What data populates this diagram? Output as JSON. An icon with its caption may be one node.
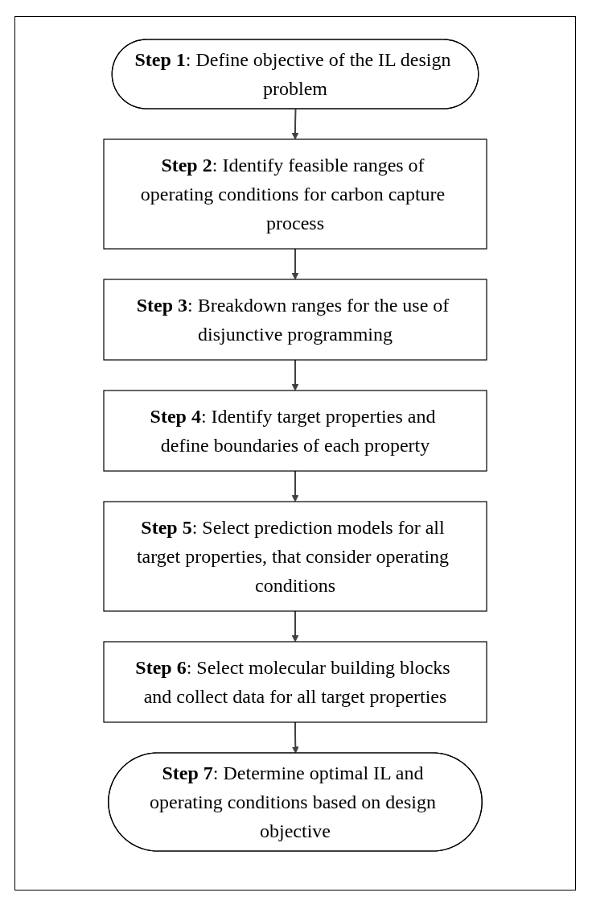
{
  "diagram": {
    "nodes": [
      {
        "text": [
          "**Step 1**: Define objective of the IL design problem"
        ]
      },
      {
        "text": [
          "**Step 2**: Identify feasible ranges of operating conditions for carbon capture process"
        ]
      },
      {
        "text": [
          "**Step 3**: Breakdown ranges for the use of disjunctive programming"
        ]
      },
      {
        "text": [
          "**Step 4**: Identify target properties and define boundaries of each property"
        ]
      },
      {
        "text": [
          "**Step 5**: Select prediction models for all target properties, that consider operating conditions"
        ]
      },
      {
        "text": [
          "**Step 6**: Select molecular building blocks and collect data for all target properties"
        ]
      },
      {
        "text": [
          "**Step 7**: Determine optimal IL and operating conditions based on design objective"
        ]
      }
    ],
    "edges": [
      {
        "from": 0,
        "to": 1,
        "arrow": "to"
      },
      {
        "from": 1,
        "to": 2,
        "arrow": "to"
      },
      {
        "from": 2,
        "to": 3,
        "arrow": "to"
      },
      {
        "from": 3,
        "to": 4,
        "arrow": "to"
      },
      {
        "from": 4,
        "to": 5,
        "arrow": "to"
      },
      {
        "from": 5,
        "to": 6,
        "arrow": "to"
      }
    ]
  }
}
